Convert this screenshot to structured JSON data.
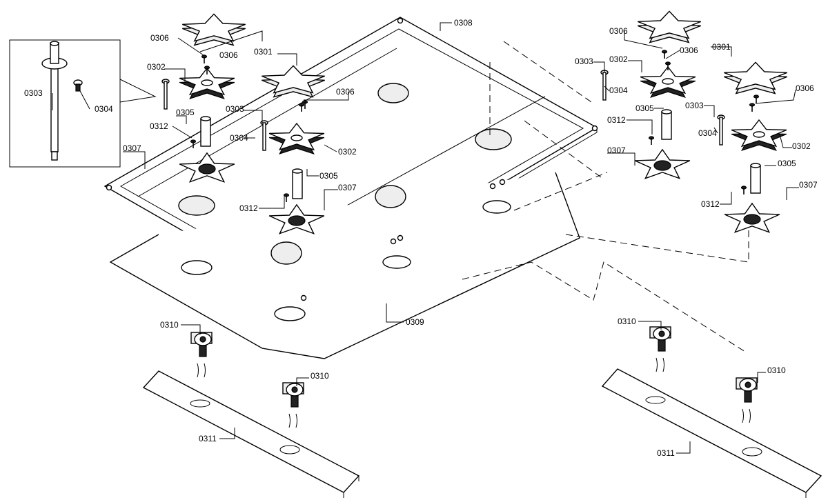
{
  "diagram": {
    "type": "exploded-parts-diagram",
    "labels": {
      "l0306a": "0306",
      "l0306b": "0306",
      "l0301a": "0301",
      "l0302a": "0302",
      "l0303a": "0303",
      "l0304a": "0304",
      "l0305a": "0305",
      "l0312a": "0312",
      "l0307a": "0307",
      "l0303b": "0303",
      "l0304b": "0304",
      "l0306c": "0306",
      "l0302b": "0302",
      "l0305b": "0305",
      "l0307b": "0307",
      "l0312b": "0312",
      "l0308": "0308",
      "l0309": "0309",
      "l0310a": "0310",
      "l0310b": "0310",
      "l0311a": "0311",
      "r0306a": "0306",
      "r0301a": "0301",
      "r0306b": "0306",
      "r0302a": "0302",
      "r0303a": "0303",
      "r0304a": "0304",
      "r0305a": "0305",
      "r0303b": "0303",
      "r0306c": "0306",
      "r0312a": "0312",
      "r0304b": "0304",
      "r0302b": "0302",
      "r0307a": "0307",
      "r0305b": "0305",
      "r0307b": "0307",
      "r0312b": "0312",
      "r0310a": "0310",
      "r0310b": "0310",
      "r0311": "0311"
    }
  }
}
